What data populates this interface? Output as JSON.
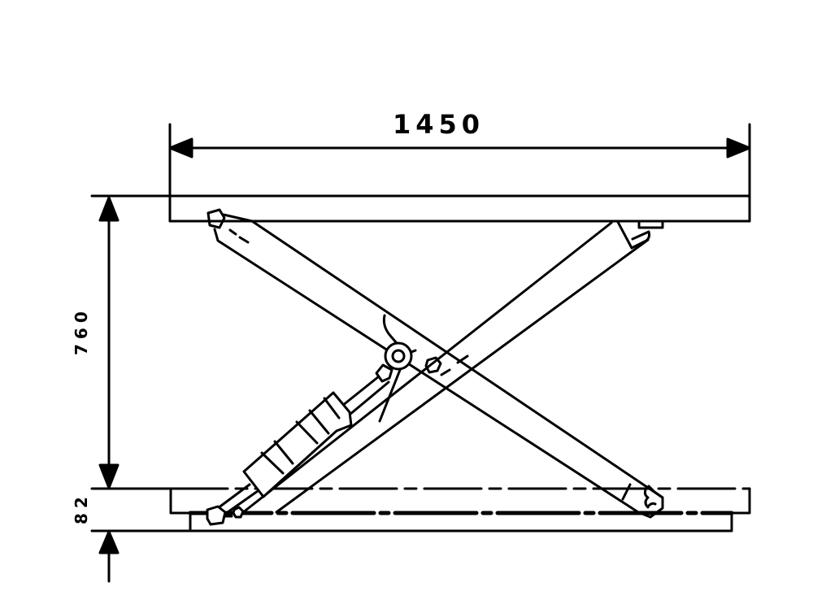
{
  "drawing": {
    "subject": "Scissor lift side elevation",
    "line_color": "#000000",
    "background": "#ffffff"
  },
  "dimensions": {
    "width": {
      "label": "1450",
      "orientation": "horizontal"
    },
    "lift_height": {
      "label": "760",
      "orientation": "vertical"
    },
    "base_height": {
      "label": "82",
      "orientation": "vertical"
    }
  },
  "components": [
    "top-platform",
    "base-frame",
    "ground-plate",
    "scissor-arm-a",
    "scissor-arm-b",
    "central-pivot",
    "hydraulic-cylinder"
  ]
}
